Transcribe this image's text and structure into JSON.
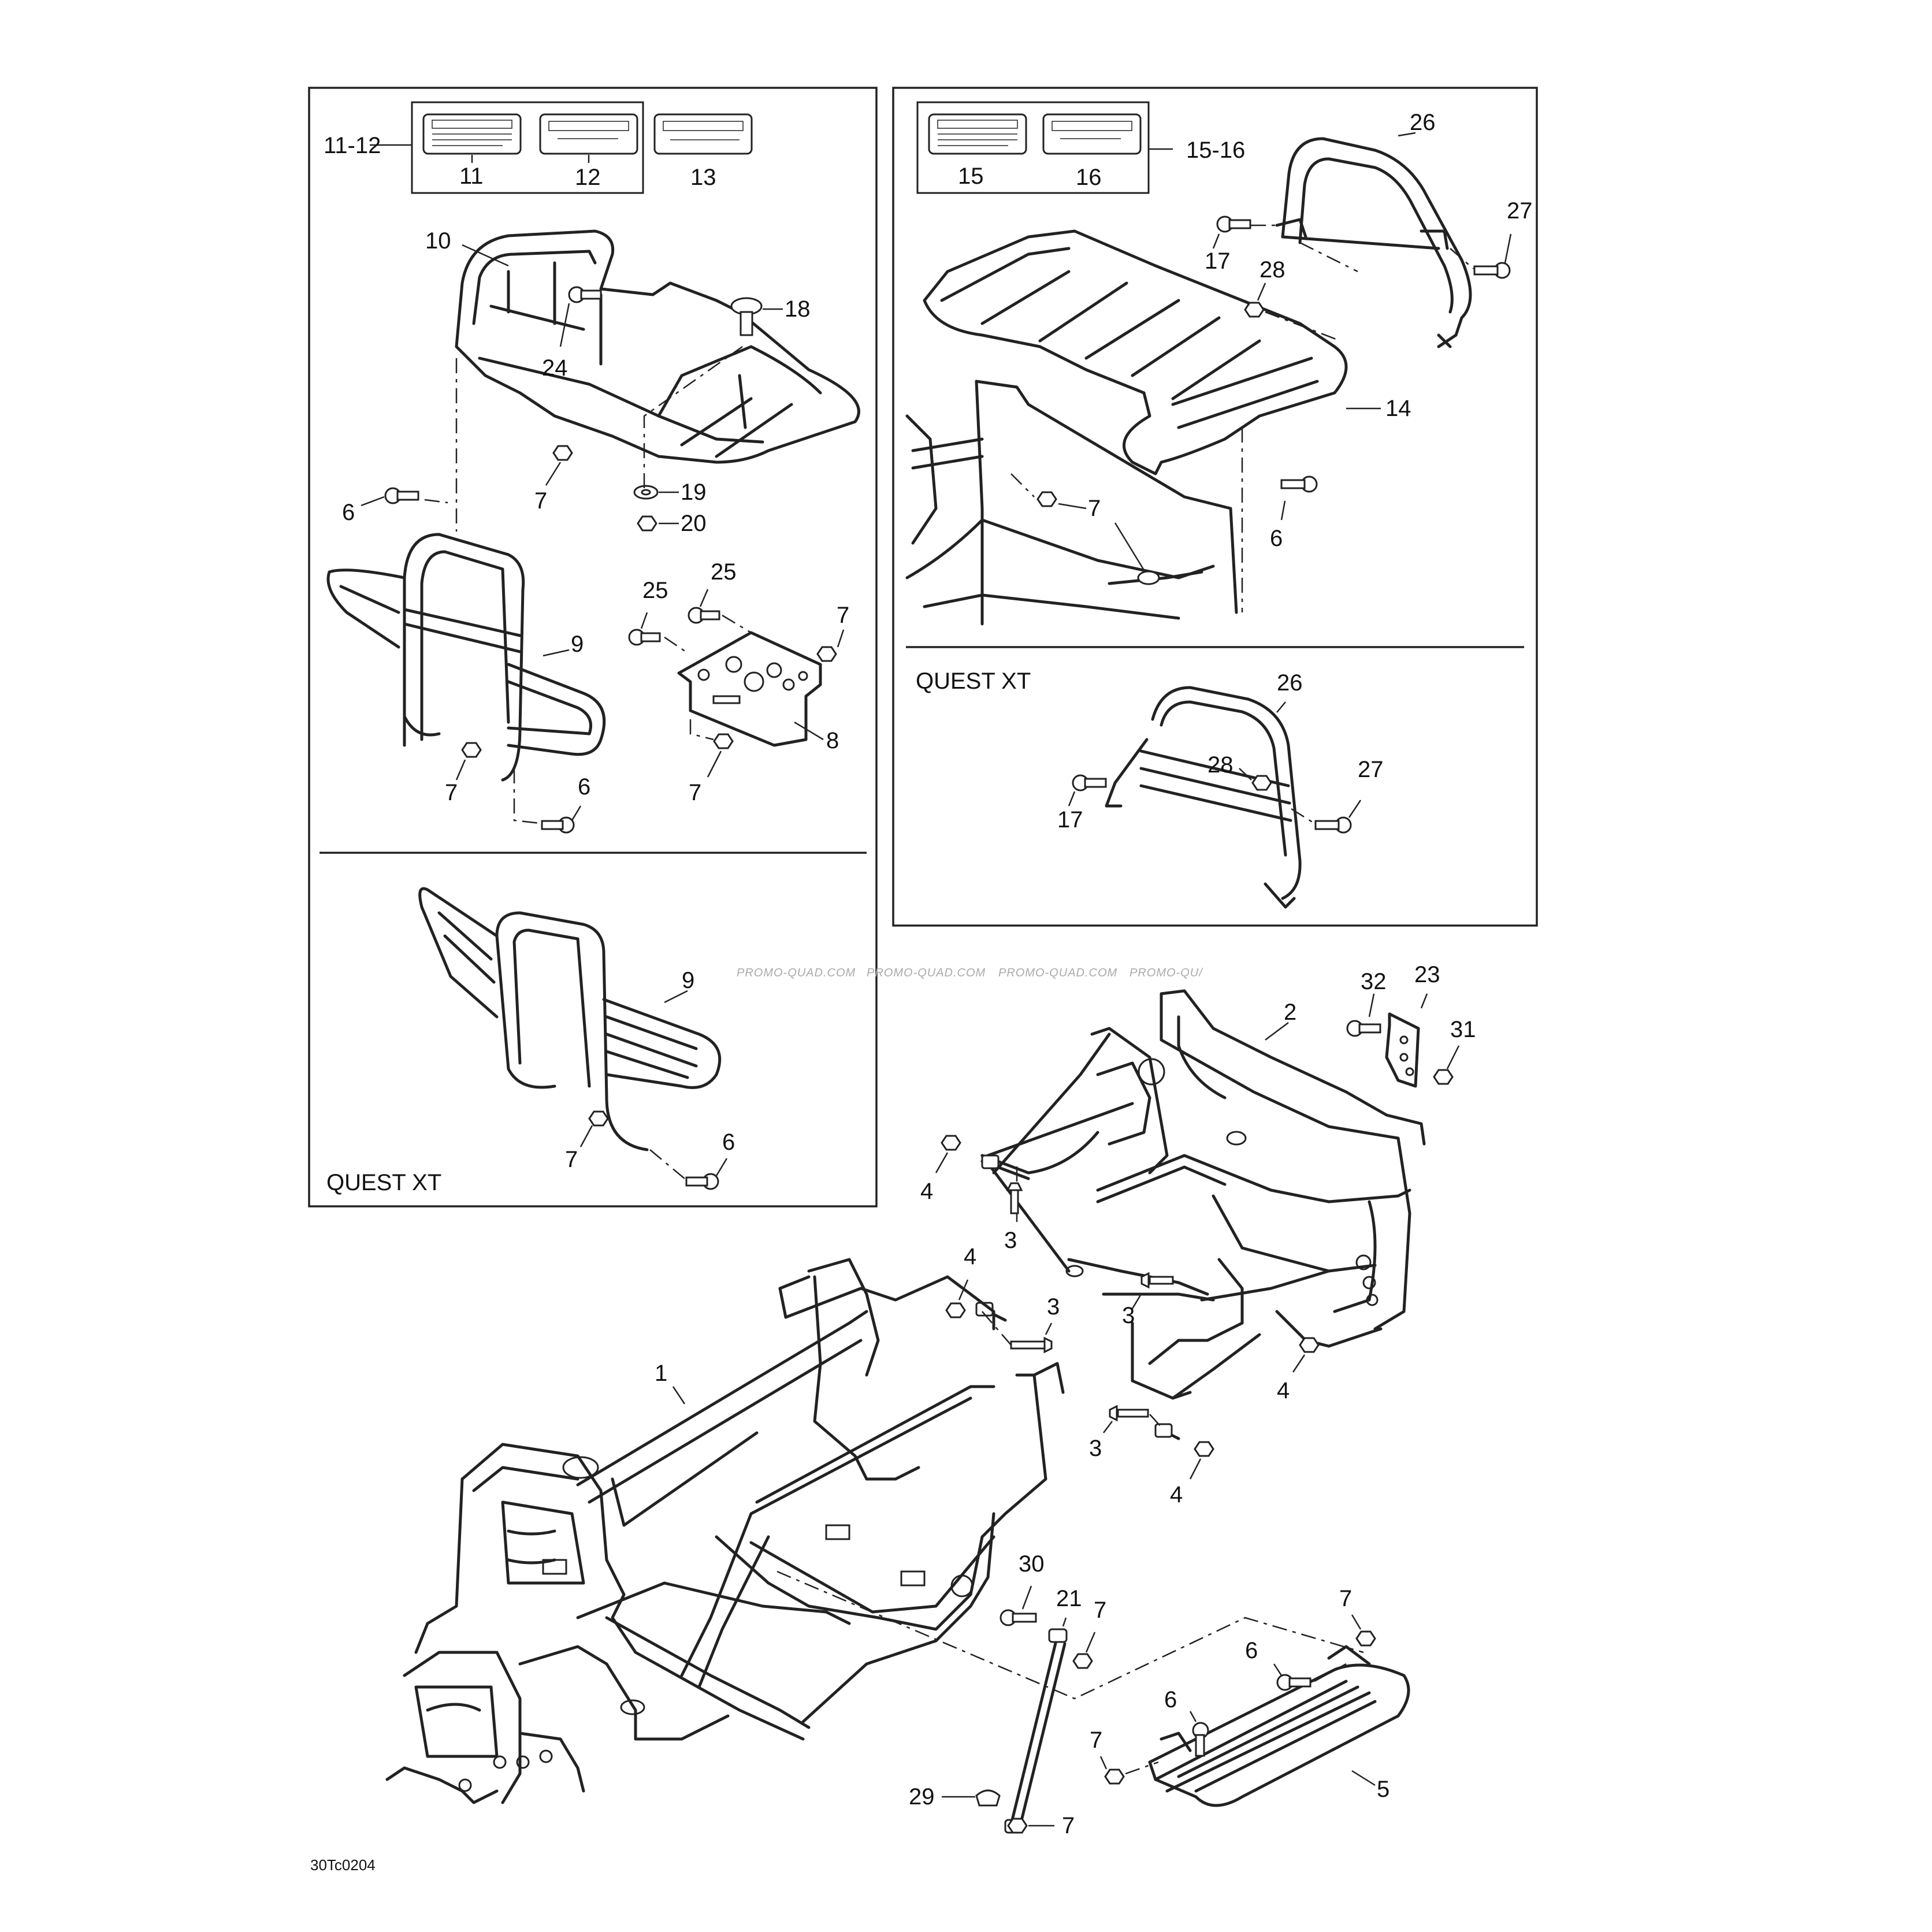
{
  "sections": {
    "front_alt_label": "QUEST XT",
    "rear_alt_label": "QUEST XT"
  },
  "watermark": "PROMO-QUAD.COM",
  "watermark_cut": "PROMO-QU/",
  "drawing_code": "30Tc0204",
  "callouts": {
    "c11_12": "11-12",
    "c11": "11",
    "c12": "12",
    "c13": "13",
    "c15_16": "15-16",
    "c15": "15",
    "c16": "16",
    "c10": "10",
    "c18": "18",
    "c24": "24",
    "c19": "19",
    "c20": "20",
    "c6": "6",
    "c7": "7",
    "c9": "9",
    "c8": "8",
    "c25": "25",
    "c26": "26",
    "c27": "27",
    "c17": "17",
    "c28": "28",
    "c14": "14",
    "c1": "1",
    "c2": "2",
    "c3": "3",
    "c4": "4",
    "c5": "5",
    "c21": "21",
    "c23": "23",
    "c29": "29",
    "c30": "30",
    "c31": "31",
    "c32": "32"
  }
}
